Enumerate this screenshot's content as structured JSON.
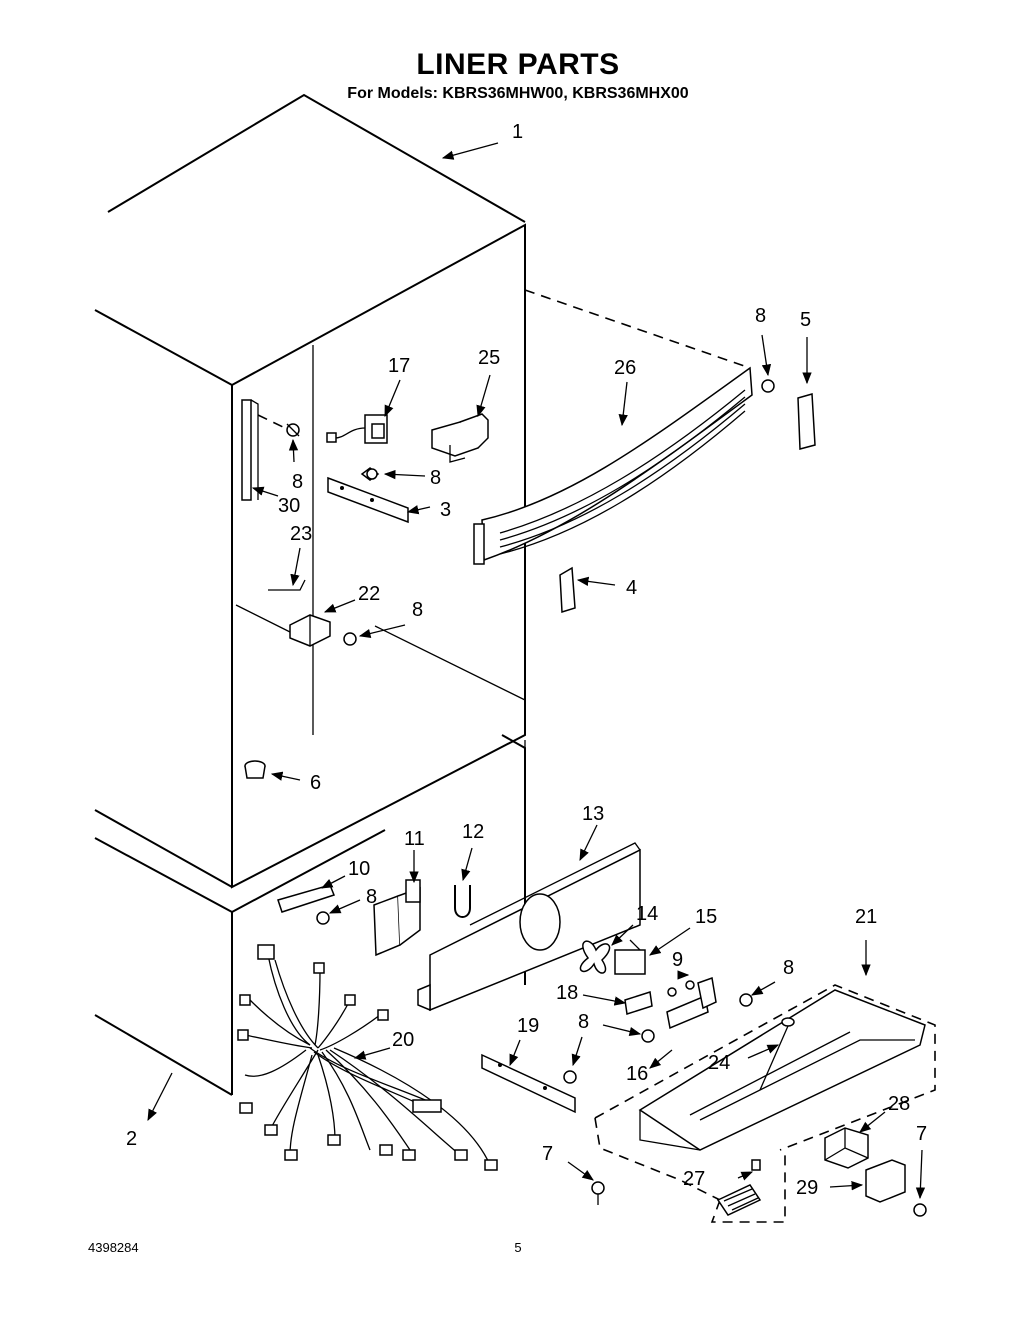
{
  "header": {
    "title": "LINER PARTS",
    "subtitle": "For Models: KBRS36MHW00, KBRS36MHX00"
  },
  "footer": {
    "doc_number": "4398284",
    "page_number": "5"
  },
  "callouts": [
    {
      "id": "c1",
      "label": "1"
    },
    {
      "id": "c2",
      "label": "2"
    },
    {
      "id": "c3",
      "label": "3"
    },
    {
      "id": "c4",
      "label": "4"
    },
    {
      "id": "c5",
      "label": "5"
    },
    {
      "id": "c6",
      "label": "6"
    },
    {
      "id": "c7a",
      "label": "7"
    },
    {
      "id": "c7b",
      "label": "7"
    },
    {
      "id": "c8a",
      "label": "8"
    },
    {
      "id": "c8b",
      "label": "8"
    },
    {
      "id": "c8c",
      "label": "8"
    },
    {
      "id": "c8d",
      "label": "8"
    },
    {
      "id": "c8e",
      "label": "8"
    },
    {
      "id": "c8f",
      "label": "8"
    },
    {
      "id": "c8g",
      "label": "8"
    },
    {
      "id": "c9",
      "label": "9"
    },
    {
      "id": "c10",
      "label": "10"
    },
    {
      "id": "c11",
      "label": "11"
    },
    {
      "id": "c12",
      "label": "12"
    },
    {
      "id": "c13",
      "label": "13"
    },
    {
      "id": "c14",
      "label": "14"
    },
    {
      "id": "c15",
      "label": "15"
    },
    {
      "id": "c16",
      "label": "16"
    },
    {
      "id": "c17",
      "label": "17"
    },
    {
      "id": "c18",
      "label": "18"
    },
    {
      "id": "c19",
      "label": "19"
    },
    {
      "id": "c20",
      "label": "20"
    },
    {
      "id": "c21",
      "label": "21"
    },
    {
      "id": "c22",
      "label": "22"
    },
    {
      "id": "c23",
      "label": "23"
    },
    {
      "id": "c24",
      "label": "24"
    },
    {
      "id": "c25",
      "label": "25"
    },
    {
      "id": "c26",
      "label": "26"
    },
    {
      "id": "c27",
      "label": "27"
    },
    {
      "id": "c28",
      "label": "28"
    },
    {
      "id": "c29",
      "label": "29"
    },
    {
      "id": "c30",
      "label": "30"
    }
  ]
}
